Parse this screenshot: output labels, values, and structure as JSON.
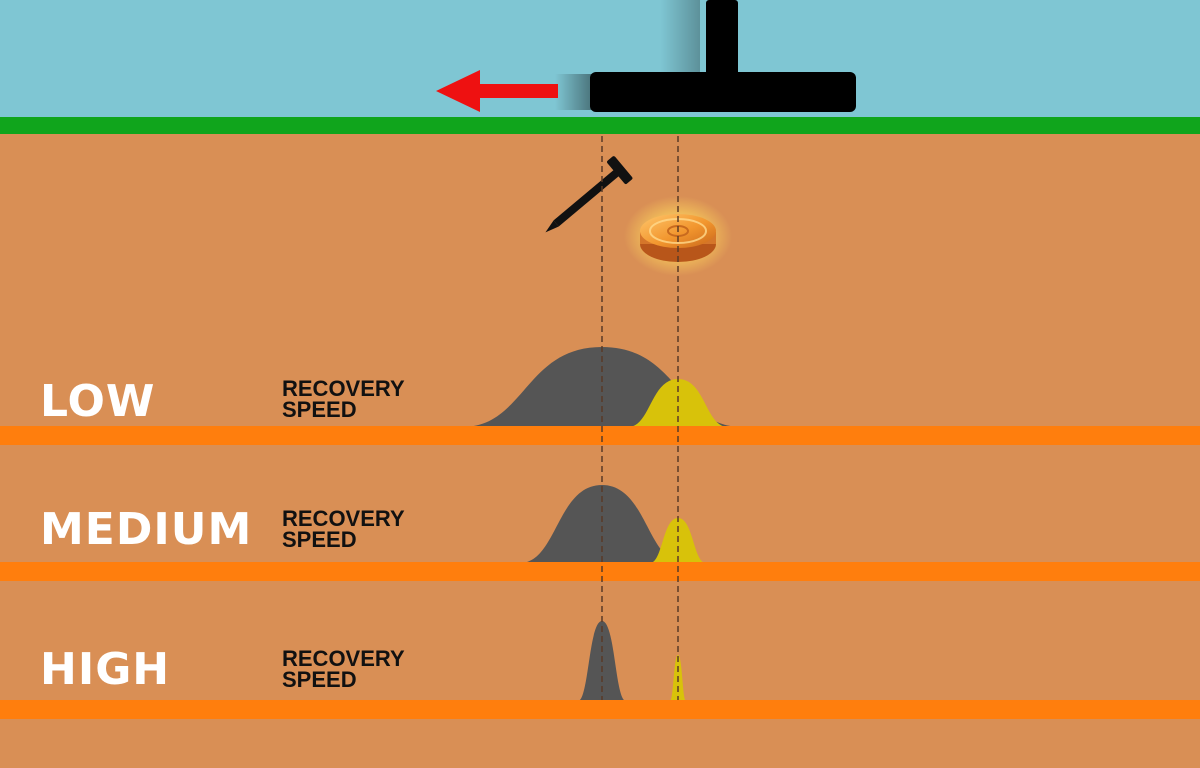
{
  "colors": {
    "sky": "#7fc6d3",
    "ground": "#d98f55",
    "grass": "#10a51c",
    "band": "#ff7e0d",
    "coil": "#000000",
    "arrow": "#ee1111",
    "nail_signal": "#555555",
    "coin_signal": "#d8c20a",
    "coin": "#f39a2c",
    "guide_line": "#5a3a26"
  },
  "icons": {
    "detector": "metal-detector-coil-icon",
    "arrow": "left-arrow-icon",
    "nail": "nail-icon",
    "coin": "gold-coin-icon"
  },
  "rows": [
    {
      "key": "low",
      "label": "LOW",
      "sub_line1": "RECOVERY",
      "sub_line2": "SPEED",
      "nail_response": {
        "center": 0,
        "width": 140,
        "height": 80
      },
      "coin_response": {
        "center": 1,
        "width": 50,
        "height": 48
      }
    },
    {
      "key": "medium",
      "label": "MEDIUM",
      "sub_line1": "RECOVERY",
      "sub_line2": "SPEED",
      "nail_response": {
        "center": 0,
        "width": 82,
        "height": 78
      },
      "coin_response": {
        "center": 1,
        "width": 28,
        "height": 45
      }
    },
    {
      "key": "high",
      "label": "HIGH",
      "sub_line1": "RECOVERY",
      "sub_line2": "SPEED",
      "nail_response": {
        "center": 0,
        "width": 24,
        "height": 80
      },
      "coin_response": {
        "center": 1,
        "width": 8,
        "height": 46
      }
    }
  ]
}
